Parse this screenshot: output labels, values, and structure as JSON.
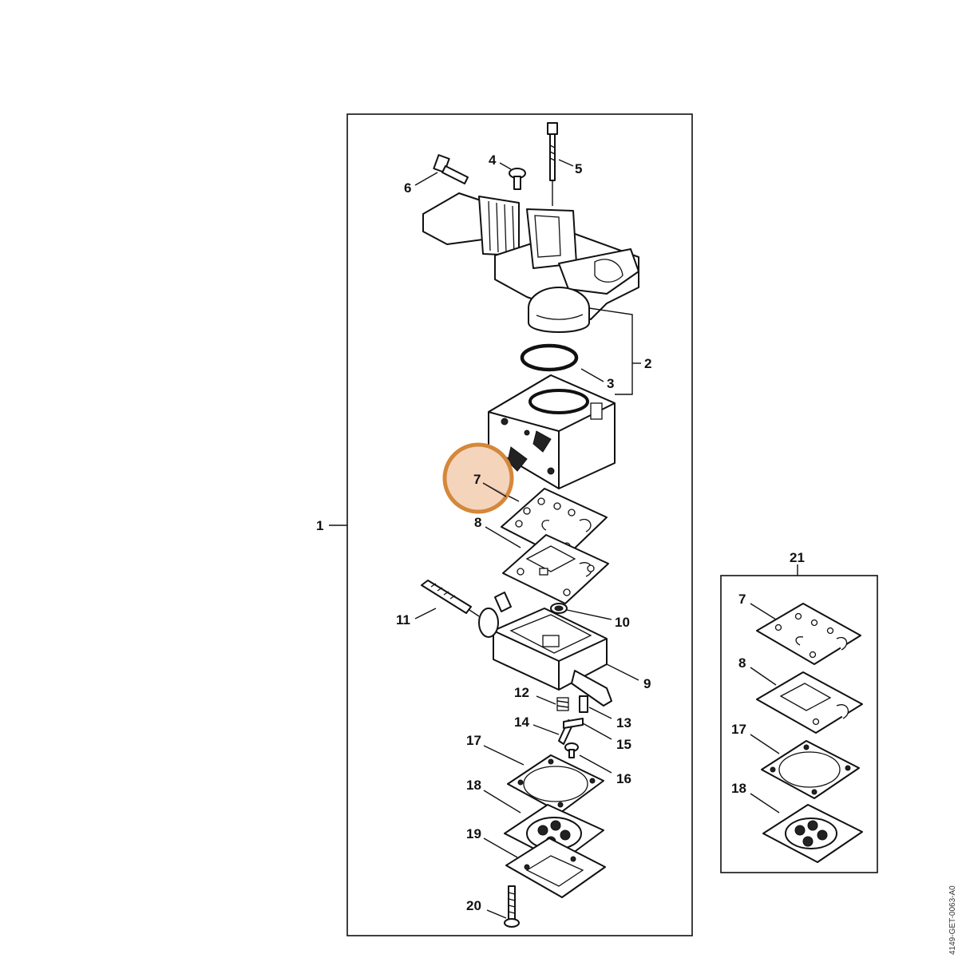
{
  "labels": {
    "p1": "1",
    "p2": "2",
    "p3": "3",
    "p4": "4",
    "p5": "5",
    "p6": "6",
    "p7": "7",
    "p8": "8",
    "p9": "9",
    "p10": "10",
    "p11": "11",
    "p12": "12",
    "p13": "13",
    "p14": "14",
    "p15": "15",
    "p16": "16",
    "p17": "17",
    "p18": "18",
    "p19": "19",
    "p20": "20",
    "p21": "21",
    "k7": "7",
    "k8": "8",
    "k17": "17",
    "k18": "18"
  },
  "highlight": {
    "label": "7",
    "color": "#d4883a"
  },
  "doc_id": "4149-GET-0063-A0"
}
